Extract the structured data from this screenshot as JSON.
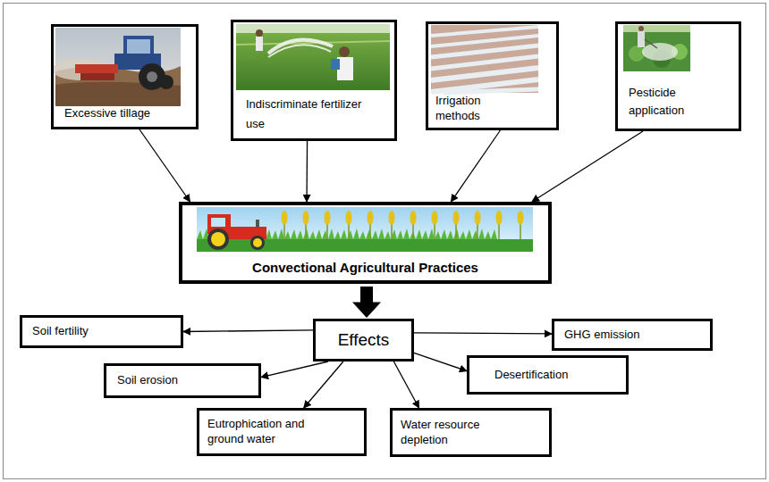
{
  "diagram": {
    "nodes": [
      {
        "text": [
          "Excessive tillage"
        ]
      },
      {
        "text": [
          "Indiscriminate fertilizer use"
        ]
      },
      {
        "text": [
          "Irrigation methods"
        ]
      },
      {
        "text": [
          "Pesticide application"
        ]
      },
      {
        "text": [
          "Convectional Agricultural Practices"
        ]
      },
      {
        "text": [
          "Effects"
        ]
      },
      {
        "text": [
          "Soil fertility"
        ]
      },
      {
        "text": [
          "GHG emission"
        ]
      },
      {
        "text": [
          "Soil erosion"
        ]
      },
      {
        "text": [
          "Desertification"
        ]
      },
      {
        "text": [
          "Eutrophication and ground water"
        ]
      },
      {
        "text": [
          "Water resource depletion"
        ]
      }
    ],
    "edges": [
      {
        "from": 0,
        "to": 4,
        "arrow": "to"
      },
      {
        "from": 1,
        "to": 4,
        "arrow": "to"
      },
      {
        "from": 2,
        "to": 4,
        "arrow": "to"
      },
      {
        "from": 3,
        "to": 4,
        "arrow": "to"
      },
      {
        "from": 4,
        "to": 5,
        "arrow": "to"
      },
      {
        "from": 5,
        "to": 6,
        "arrow": "to"
      },
      {
        "from": 5,
        "to": 7,
        "arrow": "to"
      },
      {
        "from": 5,
        "to": 8,
        "arrow": "to"
      },
      {
        "from": 5,
        "to": 9,
        "arrow": "to"
      },
      {
        "from": 5,
        "to": 10,
        "arrow": "to"
      },
      {
        "from": 5,
        "to": 11,
        "arrow": "to"
      }
    ]
  }
}
